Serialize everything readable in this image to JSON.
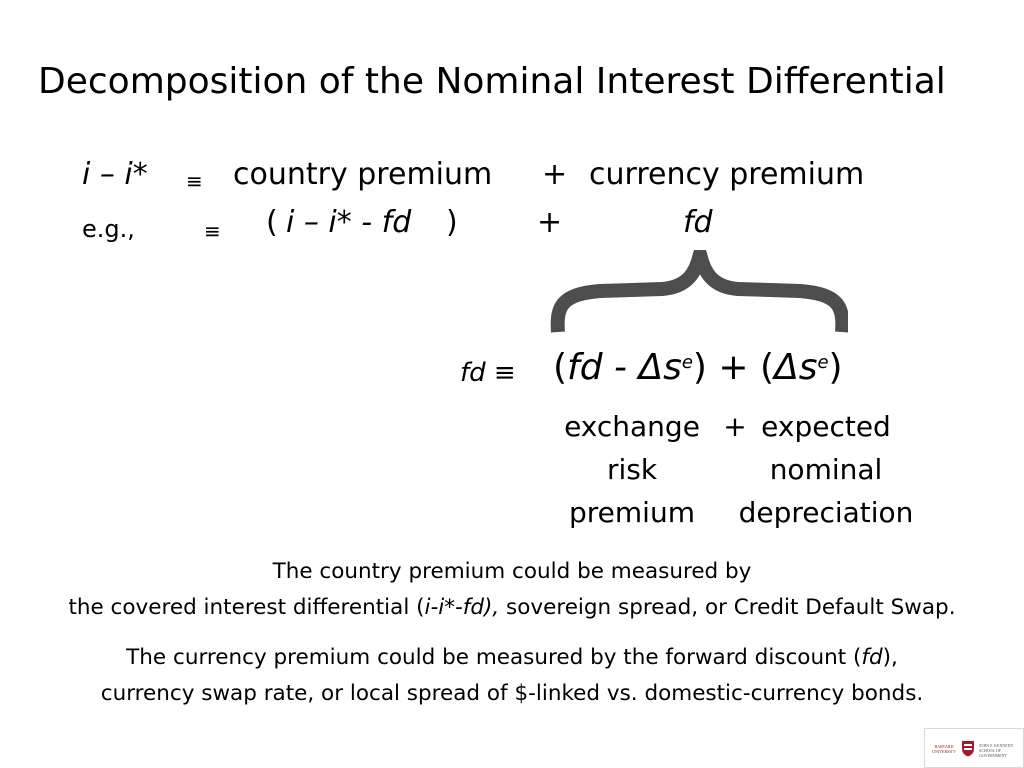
{
  "slide": {
    "title": "Decomposition of the Nominal Interest Differential"
  },
  "identity": {
    "lhs": "i – i*",
    "equiv": "≡",
    "term1": "country premium",
    "plus": "+",
    "term2": "currency premium"
  },
  "example": {
    "label": "e.g.,",
    "equiv": "≡",
    "open_paren": "(",
    "term1": "i – i*  - fd",
    "close_paren": ")",
    "plus": "+",
    "term2": "fd"
  },
  "fd_decomposition": {
    "lhs": "fd ≡",
    "open1": "(",
    "term1_fd": "fd - ",
    "term1_s": "Δs",
    "sup": "e",
    "close1": ")",
    "plus": " + (",
    "term2_s": "Δs",
    "close2": ")",
    "col1": [
      "exchange",
      "risk",
      "premium"
    ],
    "col_plus": "+",
    "col2": [
      "expected",
      "nominal",
      "depreciation"
    ]
  },
  "notes": {
    "country_line1": "The country premium could be measured by",
    "country_line2_pre": "the covered interest differential (",
    "country_line2_it": "i-i*-fd),",
    "country_line2_post": " sovereign spread, or Credit Default Swap.",
    "currency_line1_pre": "The currency premium could be measured by the forward discount (",
    "currency_line1_it": "fd",
    "currency_line1_post": "),",
    "currency_line2": "currency swap rate, or local spread of $-linked vs. domestic-currency bonds."
  },
  "logo": {
    "left_text": "HARVARD UNIVERSITY",
    "right_text": "JOHN F. KENNEDY SCHOOL OF GOVERNMENT",
    "shield_color": "#a51c30"
  }
}
